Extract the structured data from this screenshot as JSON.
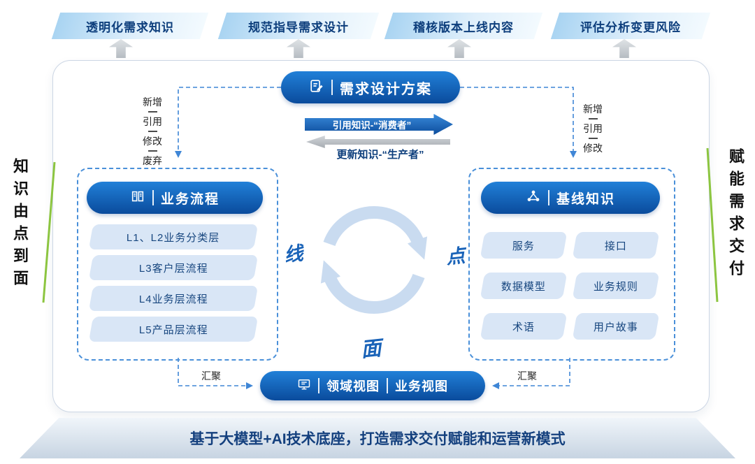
{
  "top_banners": [
    "透明化需求知识",
    "规范指导需求设计",
    "稽核版本上线内容",
    "评估分析变更风险"
  ],
  "header_pill": {
    "label": "需求设计方案"
  },
  "exchange": {
    "consume_label": "引用知识-“消费者”",
    "produce_label": "更新知识-“生产者”"
  },
  "left_ops": [
    "新增",
    "引用",
    "修改",
    "废弃"
  ],
  "right_ops": [
    "新增",
    "引用",
    "修改"
  ],
  "process_box": {
    "title": "业务流程",
    "items": [
      "L1、L2业务分类层",
      "L3客户层流程",
      "L4业务层流程",
      "L5产品层流程"
    ]
  },
  "knowledge_box": {
    "title": "基线知识",
    "items": [
      "服务",
      "接口",
      "数据模型",
      "业务规则",
      "术语",
      "用户故事"
    ]
  },
  "cycle": {
    "left": "线",
    "right": "点",
    "bottom": "面"
  },
  "converge": {
    "left": "汇聚",
    "right": "汇聚"
  },
  "view_pill": {
    "left": "领域视图",
    "right": "业务视图"
  },
  "side_text": {
    "left": "知识由点到面",
    "right": "赋能需求交付"
  },
  "footer": {
    "prefix": "基于",
    "highlight": "大模型+AI",
    "suffix": "技术底座，打造需求交付赋能和运营新模式"
  },
  "colors": {
    "primary_blue": "#0f5bad",
    "light_pill": "#d9e6f6",
    "navy_text": "#0d3e7c",
    "green_accent": "#8cc540",
    "gray_arrow": "#b6bcc2",
    "dash_blue": "#3f86d6",
    "cycle_blue": "#c9dbf0"
  }
}
